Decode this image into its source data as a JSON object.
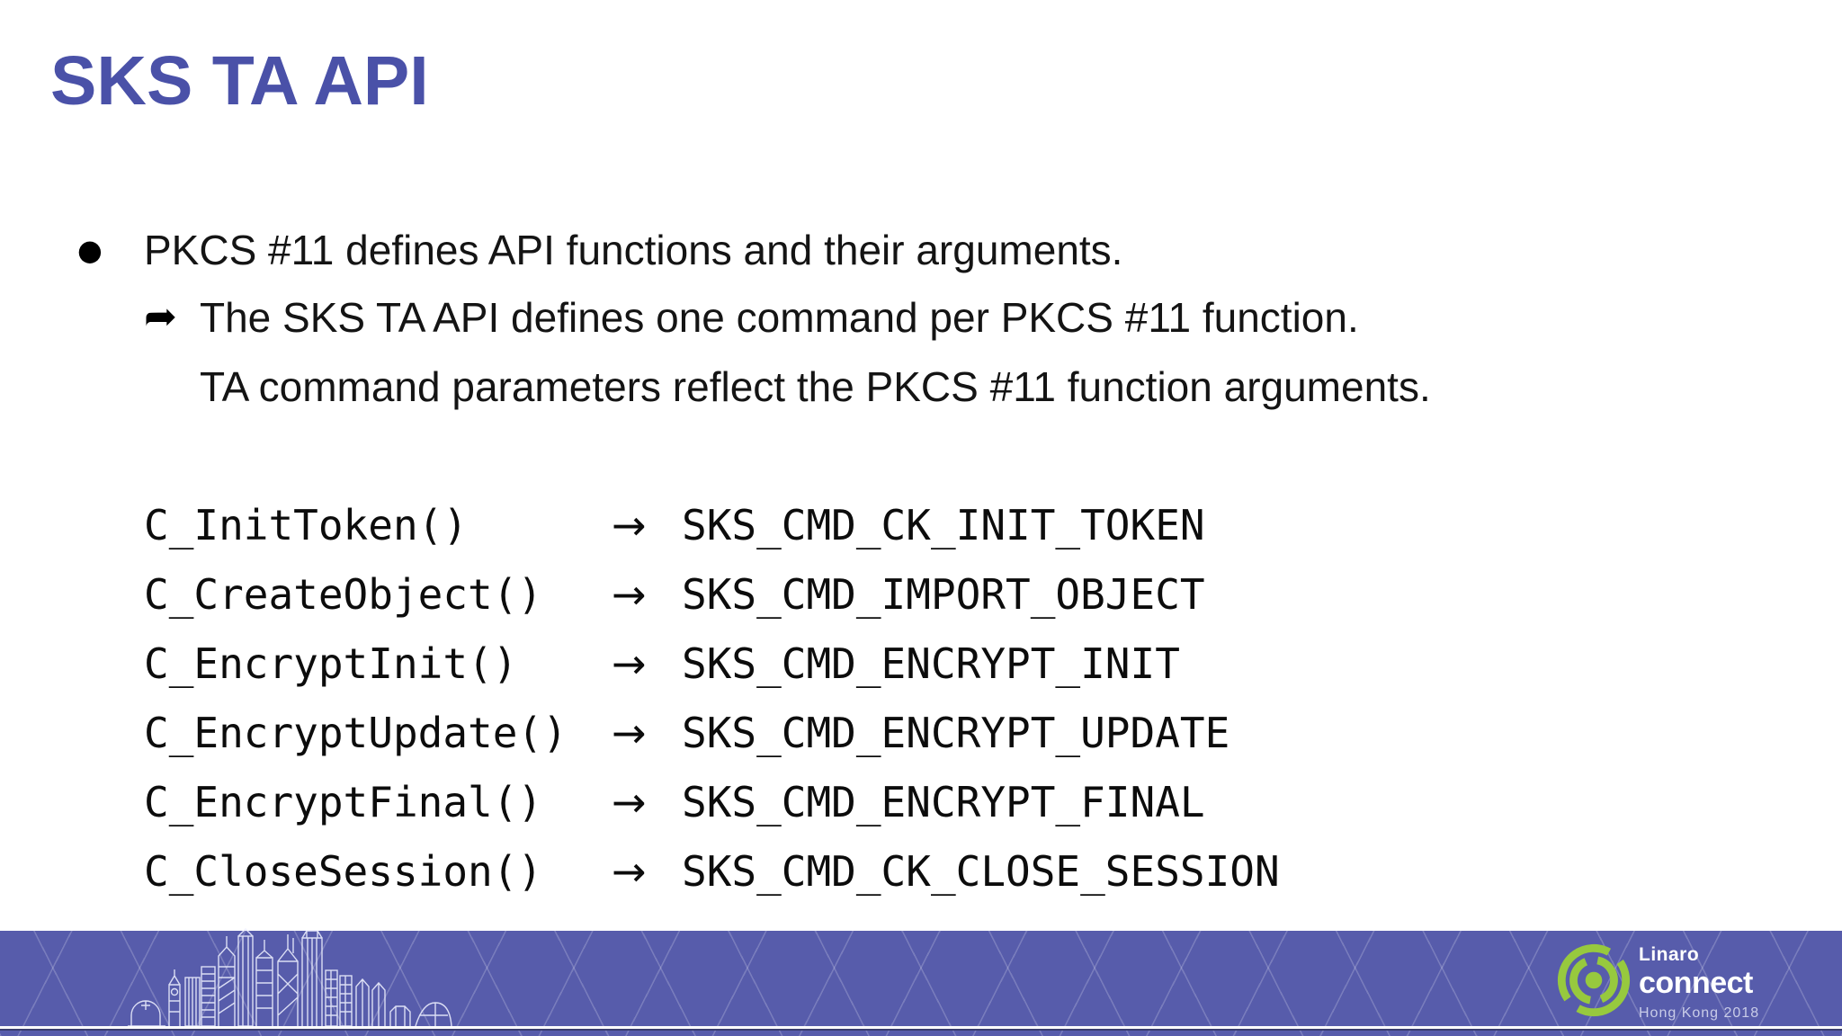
{
  "title": "SKS TA API",
  "bullets": {
    "marker": "●",
    "line1": "PKCS #11 defines API functions and their arguments.",
    "arrow": "➥",
    "line2": "The SKS TA API defines one command per PKCS #11 function.",
    "line3": "TA command parameters reflect the PKCS #11 function arguments."
  },
  "mappings": [
    {
      "fn": "C_InitToken()",
      "arrow": "→",
      "cmd": "SKS_CMD_CK_INIT_TOKEN"
    },
    {
      "fn": "C_CreateObject()",
      "arrow": "→",
      "cmd": "SKS_CMD_IMPORT_OBJECT"
    },
    {
      "fn": "C_EncryptInit()",
      "arrow": "→",
      "cmd": "SKS_CMD_ENCRYPT_INIT"
    },
    {
      "fn": "C_EncryptUpdate()",
      "arrow": "→",
      "cmd": "SKS_CMD_ENCRYPT_UPDATE"
    },
    {
      "fn": "C_EncryptFinal()",
      "arrow": "→",
      "cmd": "SKS_CMD_ENCRYPT_FINAL"
    },
    {
      "fn": "C_CloseSession()",
      "arrow": "→",
      "cmd": "SKS_CMD_CK_CLOSE_SESSION"
    }
  ],
  "footer": {
    "logo_text_top": "Linaro",
    "logo_text_bottom": "connect",
    "logo_event": "Hong Kong 2018"
  },
  "colors": {
    "accent": "#4a51a8",
    "band": "#575cab",
    "green": "#97c93e",
    "eventText": "#c9cce8"
  }
}
